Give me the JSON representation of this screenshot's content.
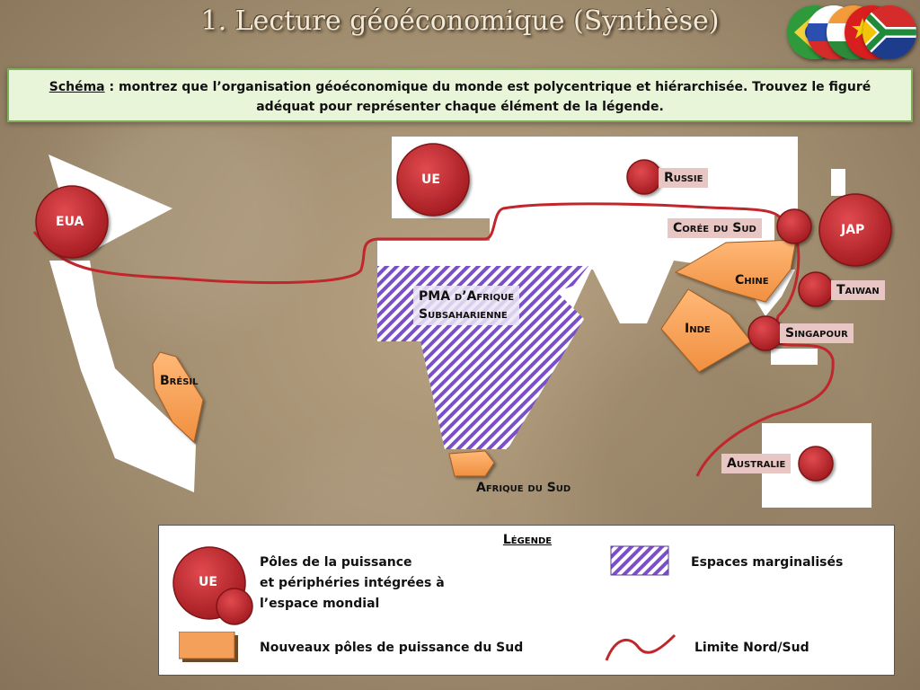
{
  "title": "1. Lecture géoéconomique (Synthèse)",
  "instruction": {
    "prefix": "Schéma",
    "text": " : montrez que l’organisation géoéconomique du monde est polycentrique et hiérarchisée. Trouvez le figuré adéquat pour représenter chaque élément de la légende."
  },
  "colors": {
    "pole_red": "#c0262c",
    "emerging_orange": "#f5a05a",
    "hatch_purple": "#7a4fc8",
    "north_south_line": "#c0262c",
    "label_pink": "#e7c6c4"
  },
  "map": {
    "major_poles": [
      "EUA",
      "UE",
      "JAP"
    ],
    "secondary_poles": [
      "Russie",
      "Corée du Sud",
      "Taiwan",
      "Singapour",
      "Australie"
    ],
    "emerging_poles": [
      "Brésil",
      "Chine",
      "Inde",
      "Afrique du Sud"
    ],
    "marginal_space": "PMA d’Afrique Subsaharienne",
    "pma_line1": "PMA d’Afrique",
    "pma_line2": "Subsaharienne"
  },
  "legend": {
    "title": "Légende",
    "pole_sample": "UE",
    "poles_line1": "Pôles de la puissance",
    "poles_line2": "et périphéries intégrées à",
    "poles_line3": "l’espace mondial",
    "marginal": "Espaces marginalisés",
    "emerging": "Nouveaux pôles de puissance du Sud",
    "north_south": "Limite Nord/Sud"
  }
}
